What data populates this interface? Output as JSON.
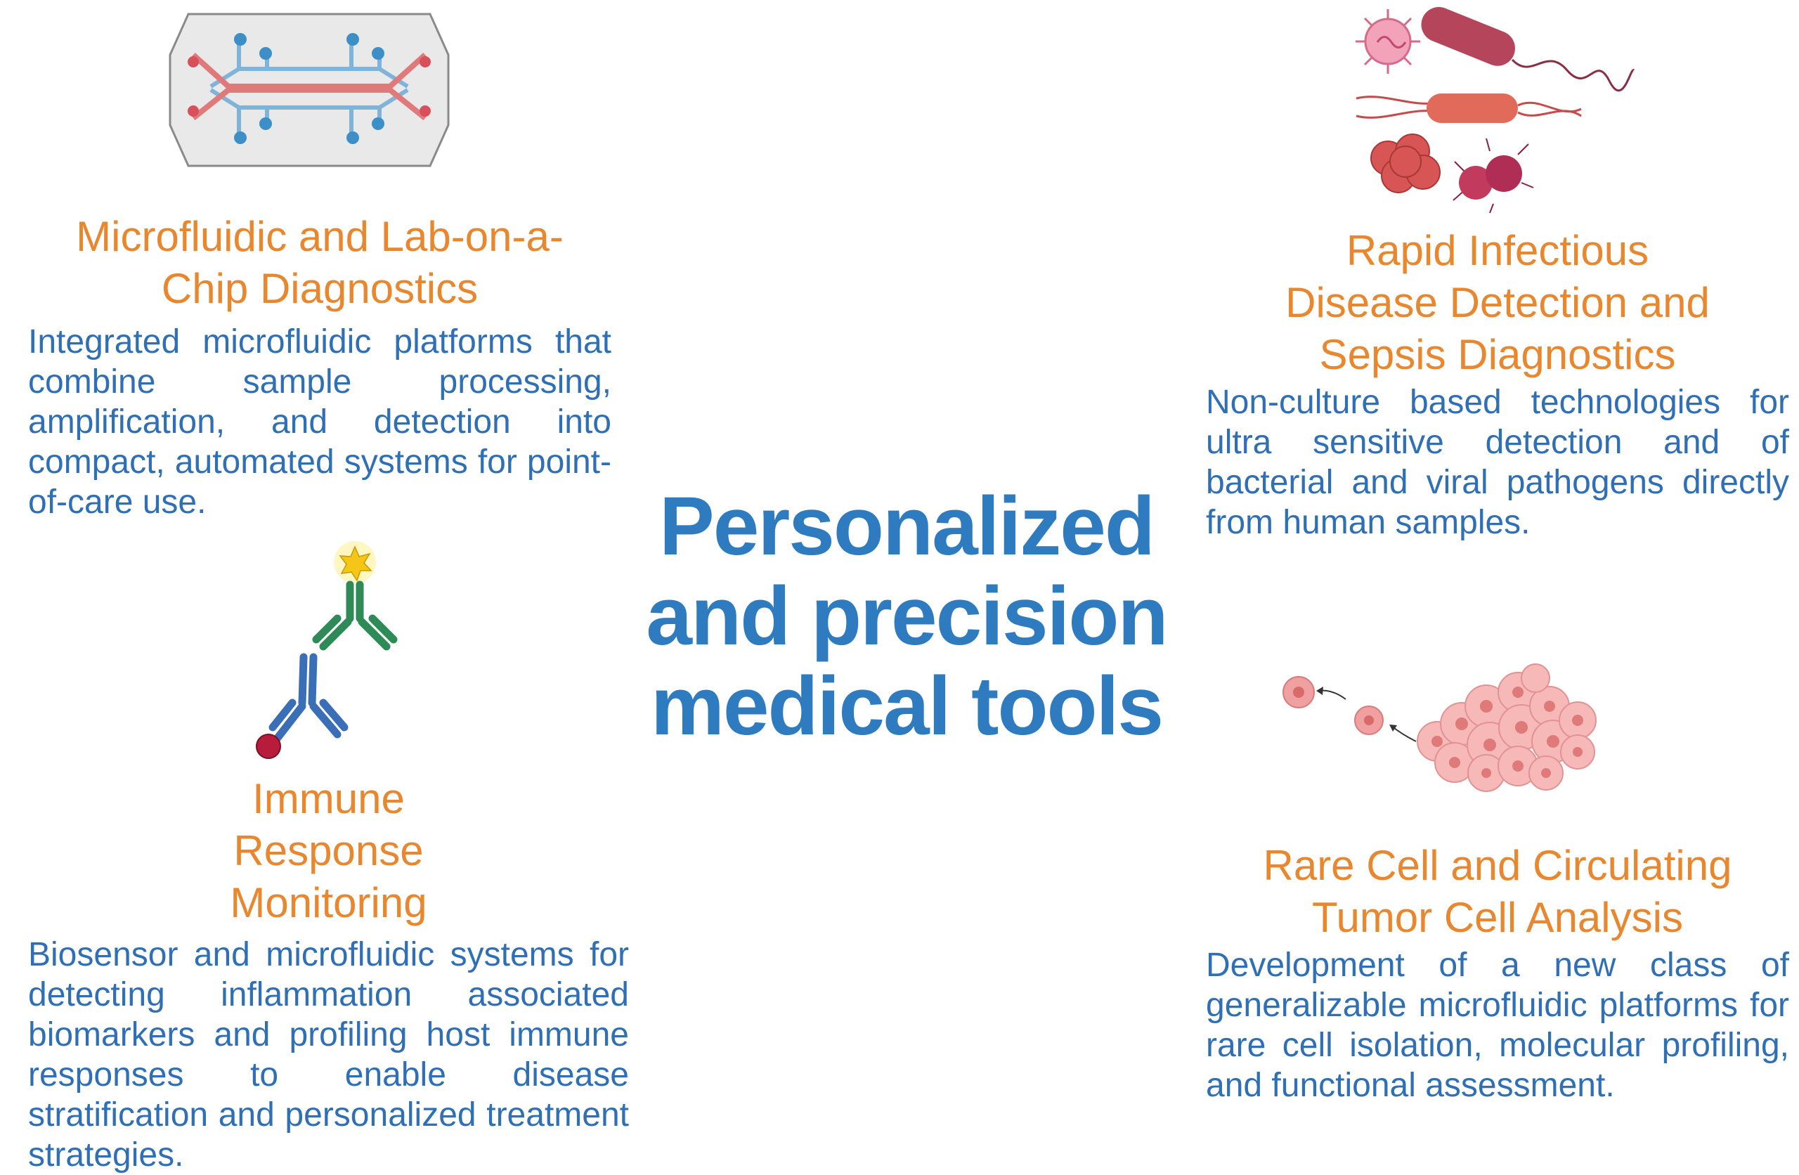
{
  "center": {
    "title": "Personalized and precision medical tools"
  },
  "sections": [
    {
      "id": "microfluidic",
      "heading": "Microfluidic and Lab-on-a-Chip Diagnostics",
      "body": "Integrated microfluidic platforms that combine sample processing, amplification, and detection into compact, automated systems for point-of-care use.",
      "icon": "microfluidic-chip-icon"
    },
    {
      "id": "infectious",
      "heading": "Rapid Infectious Disease Detection and Sepsis Diagnostics",
      "body": "Non-culture based technologies for ultra sensitive detection and of bacterial and viral pathogens directly from human samples.",
      "icon": "pathogens-icon"
    },
    {
      "id": "immune",
      "heading": "Immune Response Monitoring",
      "body": "Biosensor and microfluidic systems for detecting inflammation associated biomarkers and profiling host immune responses to enable disease stratification and personalized treatment strategies.",
      "icon": "antibody-icon"
    },
    {
      "id": "rarecell",
      "heading": "Rare Cell and Circulating Tumor Cell Analysis",
      "body": "Development of a new class of generalizable microfluidic platforms for rare cell isolation, molecular profiling, and functional assessment.",
      "icon": "tumor-cells-icon"
    }
  ],
  "colors": {
    "heading": "#E8872E",
    "body": "#2F6FB5",
    "title": "#2F7BC0"
  }
}
